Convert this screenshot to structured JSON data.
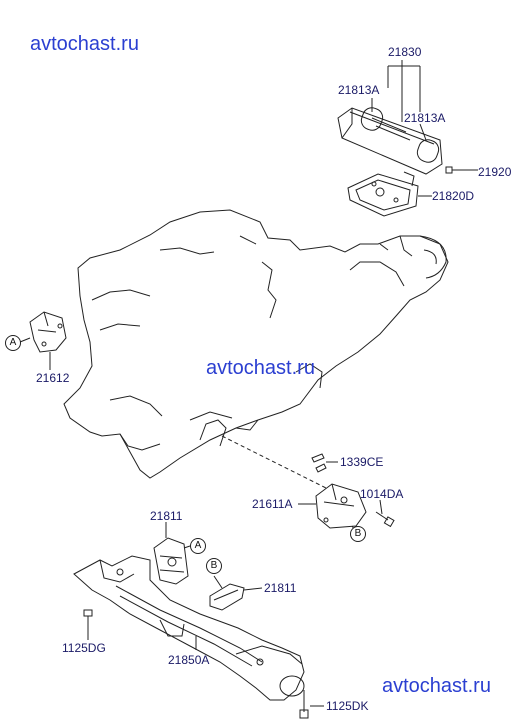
{
  "watermarks": [
    "avtochast.ru",
    "avtochast.ru",
    "avtochast.ru"
  ],
  "parts": {
    "p21830": "21830",
    "p21813a_left": "21813A",
    "p21813a_right": "21813A",
    "p21920": "21920",
    "p21820d": "21820D",
    "p21612": "21612",
    "p1339ce": "1339CE",
    "p21611a": "21611A",
    "p1014da": "1014DA",
    "p21811_top": "21811",
    "p21811_right": "21811",
    "p1125dg": "1125DG",
    "p21850a": "21850A",
    "p1125dk": "1125DK"
  },
  "refs": {
    "a_left": "A",
    "a_mid": "A",
    "b_mid": "B",
    "b_low": "B"
  },
  "colors": {
    "watermark": "#2b3fd1",
    "label": "#1a1a66",
    "line": "#222222"
  }
}
